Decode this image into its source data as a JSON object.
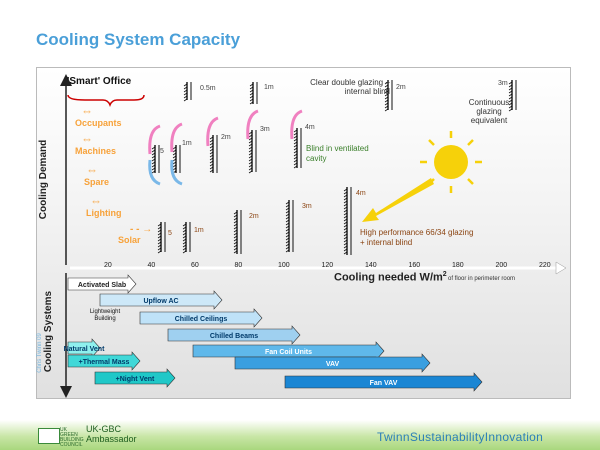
{
  "title": "Cooling System Capacity",
  "smart_office": "'Smart' Office",
  "demand_axis_label": "Cooling Demand",
  "systems_axis_label": "Cooling Systems",
  "credit": "Chris Twinn 09",
  "categories": [
    "Occupants",
    "Machines",
    "Spare",
    "Lighting",
    "Solar"
  ],
  "x_ticks": [
    "20",
    "40",
    "60",
    "80",
    "100",
    "120",
    "140",
    "160",
    "180",
    "200",
    "220"
  ],
  "x_axis_label": "Cooling needed W/m",
  "x_axis_sup": "2",
  "x_axis_suffix": "of floor in perimeter room",
  "notes": {
    "clear_glazing": "Clear double glazing + internal blind",
    "continuous": "Continuous glazing equivalent",
    "ventilated": "Blind in ventilated cavity",
    "high_perf": "High performance 66/34 glazing + internal blind",
    "lightweight": "Lightweight Building"
  },
  "window_depths": {
    "top": [
      "0.5m",
      "1m",
      "2m",
      "3m"
    ],
    "middle": [
      "5",
      "1m",
      "2m",
      "3m",
      "4m"
    ],
    "bottom": [
      "5",
      "1m",
      "2m",
      "3m",
      "4m"
    ]
  },
  "systems": [
    {
      "label": "Activated Slab",
      "fill": "#ffffff",
      "text": "#222222"
    },
    {
      "label": "Upflow AC",
      "fill": "#cde8f8",
      "text": "#003a6a"
    },
    {
      "label": "Chilled Ceilings",
      "fill": "#bfe2f8",
      "text": "#003a6a"
    },
    {
      "label": "Chilled Beams",
      "fill": "#9fd0f0",
      "text": "#003a6a"
    },
    {
      "label": "Natural Vent",
      "fill": "#8ff0ee",
      "text": "#003a6a"
    },
    {
      "label": "Fan Coil Units",
      "fill": "#5fb8ea",
      "text": "#ffffff"
    },
    {
      "label": "+Thermal Mass",
      "fill": "#40d8d8",
      "text": "#003a6a"
    },
    {
      "label": "VAV",
      "fill": "#3a9fe0",
      "text": "#ffffff"
    },
    {
      "label": "+Night Vent",
      "fill": "#20c8c8",
      "text": "#003a6a"
    },
    {
      "label": "Fan VAV",
      "fill": "#1a86d4",
      "text": "#ffffff"
    }
  ],
  "footer": {
    "logo_text": "UK GREEN BUILDING COUNCIL",
    "ukgbc": "UK-GBC",
    "ambassador": "Ambassador",
    "brand": "TwinnSustainabilityInnovation"
  },
  "colors": {
    "title": "#4a9fd8",
    "category": "#f7a23a",
    "red": "#cc0000",
    "brown": "#8b4513",
    "green": "#3a7f2a",
    "sun": "#f6d10a"
  }
}
